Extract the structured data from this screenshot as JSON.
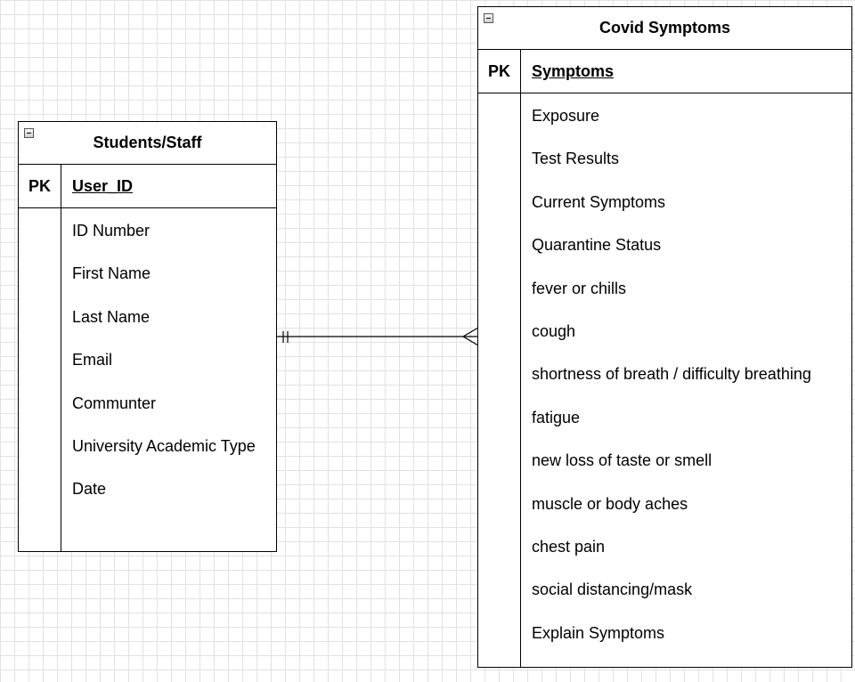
{
  "entities": {
    "students": {
      "title": "Students/Staff",
      "pk_label": "PK",
      "pk_field": "User_ID",
      "attributes": [
        "ID Number",
        "First Name",
        "Last Name",
        "Email",
        "Communter",
        "University Academic Type",
        "Date"
      ]
    },
    "symptoms": {
      "title": "Covid Symptoms",
      "pk_label": "PK",
      "pk_field": "Symptoms",
      "attributes": [
        "Exposure",
        "Test Results",
        "Current Symptoms",
        "Quarantine Status",
        "fever or chills",
        "cough",
        "shortness of breath / difficulty breathing",
        "fatigue",
        "new loss of taste or smell",
        "muscle or body aches",
        "chest pain",
        "social distancing/mask",
        "Explain Symptoms"
      ]
    }
  },
  "relationship": {
    "from": "Students/Staff",
    "to": "Covid Symptoms",
    "from_cardinality": "one-and-only-one",
    "to_cardinality": "many"
  }
}
